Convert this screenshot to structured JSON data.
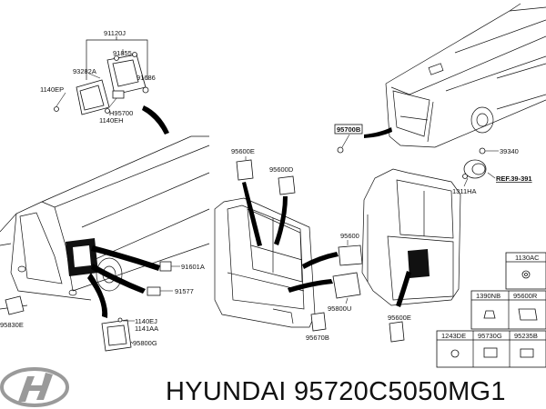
{
  "labels": {
    "p91120J": "91120J",
    "p91855": "91855",
    "p93282A": "93282A",
    "p91686": "91686",
    "p1140EP": "1140EP",
    "pH95700": "H95700",
    "p1140EH": "1140EH",
    "p95700B": "95700B",
    "p39340": "39340",
    "p1311HA": "1311HA",
    "pREF": "REF.39-391",
    "p95600E_top": "95600E",
    "p95600D": "95600D",
    "p95600": "95600",
    "p91601A": "91601A",
    "p91577": "91577",
    "p95830E": "95830E",
    "p1140EJ": "1140EJ",
    "p1141AA": "1141AA",
    "p95800G": "95800G",
    "p95800U": "95800U",
    "p95670B": "95670B",
    "p95600E_bottom": "95600E"
  },
  "parts_table": {
    "cells": [
      "1130AC",
      "1390NB",
      "95600R",
      "1243DE",
      "95730G",
      "95235B"
    ]
  },
  "footer": {
    "title": "HYUNDAI 95720C5050MG1"
  },
  "icons": {
    "logo": "hyundai-logo-icon"
  }
}
